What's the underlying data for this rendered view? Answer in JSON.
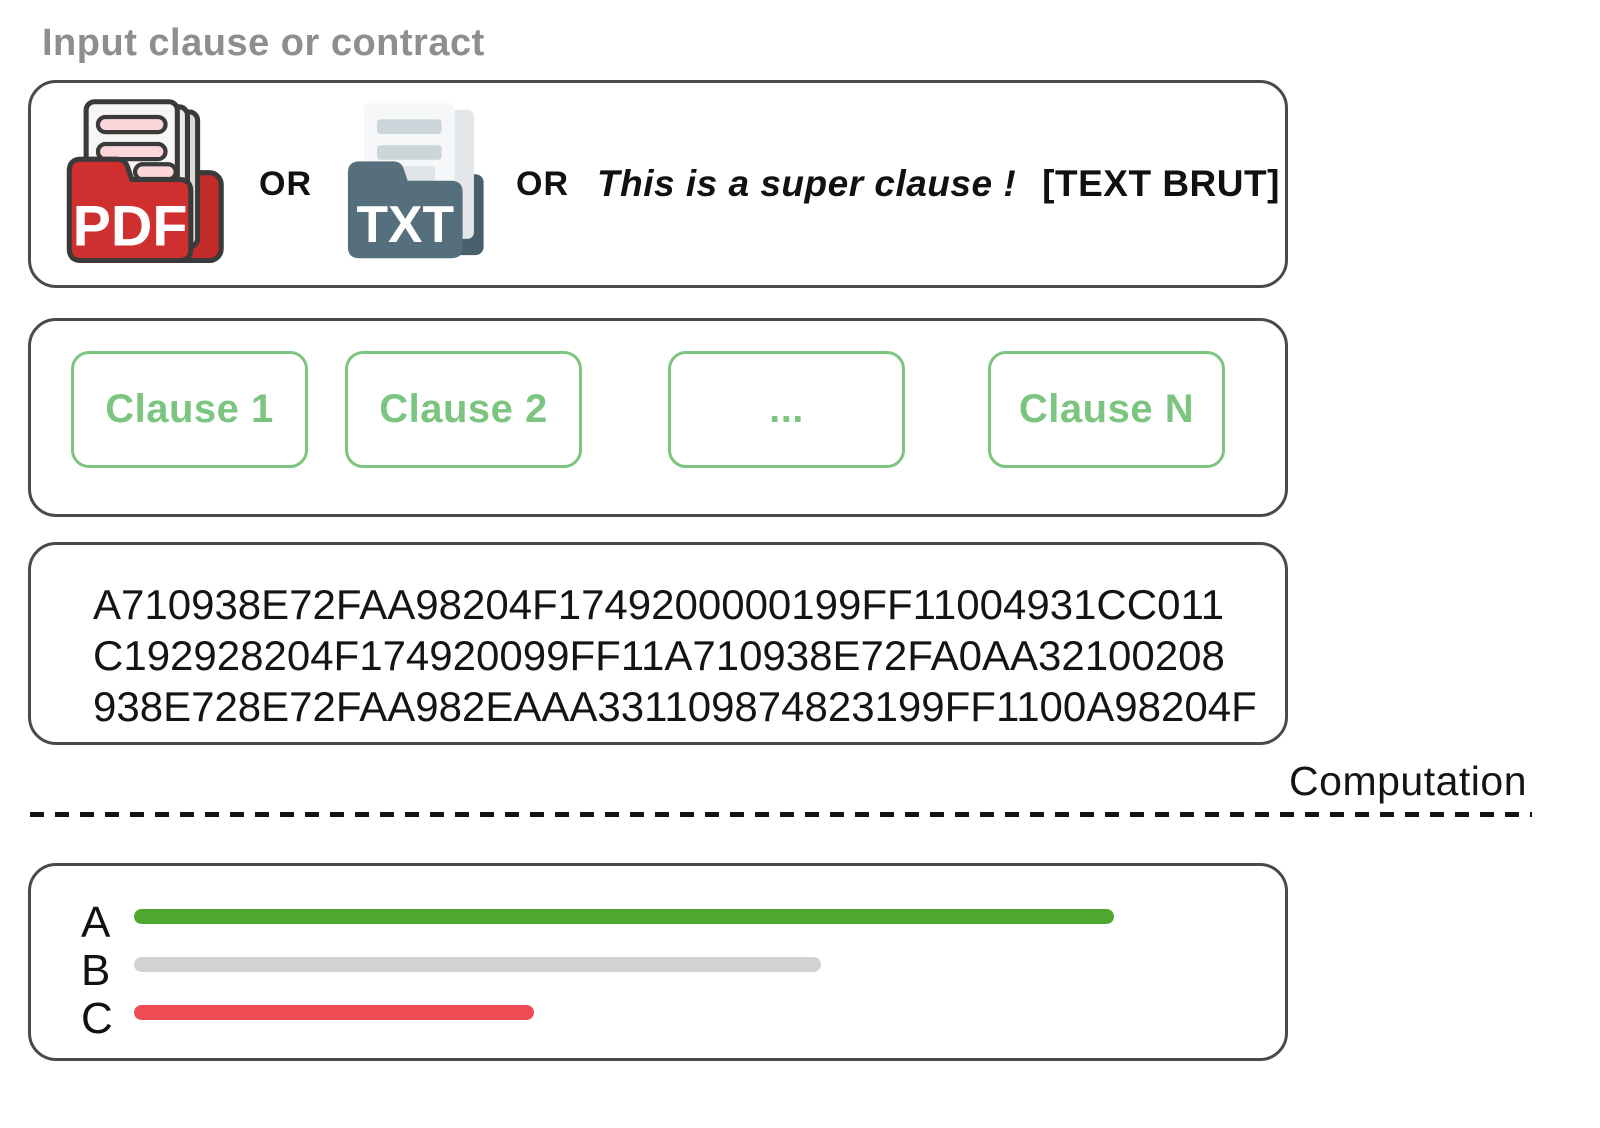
{
  "input_section": {
    "label": "Input clause or contract",
    "pdf_icon_label": "PDF",
    "txt_icon_label": "TXT",
    "or_label_1": "OR",
    "or_label_2": "OR",
    "clause_text": "This is a super clause !",
    "raw_text_tag": "[TEXT BRUT]"
  },
  "clauses_section": {
    "accent_color": "#7CC580",
    "items": [
      {
        "label": "Clause 1"
      },
      {
        "label": "Clause 2"
      },
      {
        "label": "..."
      },
      {
        "label": "Clause N"
      }
    ]
  },
  "hash_section": {
    "lines": [
      "A710938E72FAA98204F1749200000199FF11004931CC011",
      "C192928204F174920099FF11A710938E72FA0AA32100208",
      "938E728E72FAA982EAAA331109874823199FF1100A98204F"
    ]
  },
  "computation": {
    "label": "Computation"
  },
  "bars_section": {
    "items": [
      {
        "label": "A",
        "color": "#4EA72E",
        "width_px": "980px"
      },
      {
        "label": "B",
        "color": "#D2D2D2",
        "width_px": "687px"
      },
      {
        "label": "C",
        "color": "#EF4B55",
        "width_px": "400px"
      }
    ]
  },
  "theme": {
    "box_border_color": "#4A4A4A",
    "muted_label_color": "#8E8E8E",
    "pdf_folder_color": "#D02F2F",
    "txt_folder_color": "#55707C"
  }
}
